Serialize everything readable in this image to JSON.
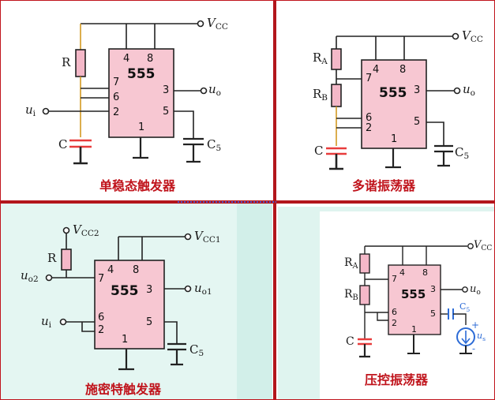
{
  "panels": {
    "monostable": {
      "caption": "单稳态触发器",
      "chip": "555",
      "vcc": "V",
      "vcc_sub": "CC",
      "out": "u",
      "out_sub": "o",
      "in": "u",
      "in_sub": "i",
      "r": "R",
      "c": "C",
      "c5": "C",
      "c5_sub": "5",
      "pins": [
        "4",
        "8",
        "7",
        "6",
        "2",
        "3",
        "1",
        "5"
      ]
    },
    "astable": {
      "caption": "多谐振荡器",
      "chip": "555",
      "vcc": "V",
      "vcc_sub": "CC",
      "out": "u",
      "out_sub": "o",
      "ra": "R",
      "ra_sub": "A",
      "rb": "R",
      "rb_sub": "B",
      "c": "C",
      "c5": "C",
      "c5_sub": "5",
      "pins": [
        "4",
        "8",
        "7",
        "6",
        "2",
        "3",
        "1",
        "5"
      ]
    },
    "schmitt": {
      "caption": "施密特触发器",
      "chip": "555",
      "vcc2": "V",
      "vcc2_sub": "CC2",
      "vcc1": "V",
      "vcc1_sub": "CC1",
      "out2": "u",
      "out2_sub": "o2",
      "out1": "u",
      "out1_sub": "o1",
      "in": "u",
      "in_sub": "i",
      "r": "R",
      "c5": "C",
      "c5_sub": "5",
      "pins": [
        "4",
        "8",
        "7",
        "3",
        "6",
        "2",
        "1",
        "5"
      ]
    },
    "vco": {
      "caption": "压控振荡器",
      "chip": "555",
      "vcc": "V",
      "vcc_sub": "CC",
      "out": "u",
      "out_sub": "o",
      "ra": "R",
      "ra_sub": "A",
      "rb": "R",
      "rb_sub": "B",
      "c": "C",
      "c5": "C",
      "c5_sub": "5",
      "src": "u",
      "src_sub": "s",
      "plus": "+",
      "minus": "-",
      "pins": [
        "4",
        "8",
        "7",
        "3",
        "6",
        "2",
        "5",
        "1"
      ]
    }
  },
  "colors": {
    "chip_fill": "#f7c7d2",
    "resistor_fill": "#f4b8c8",
    "divider": "#b3161c",
    "caption": "#c0141c",
    "cap_plate": "#e83c3c",
    "wire": "#222222",
    "source": "#2c6bd6",
    "panel_tint": "#d8f1ec"
  }
}
